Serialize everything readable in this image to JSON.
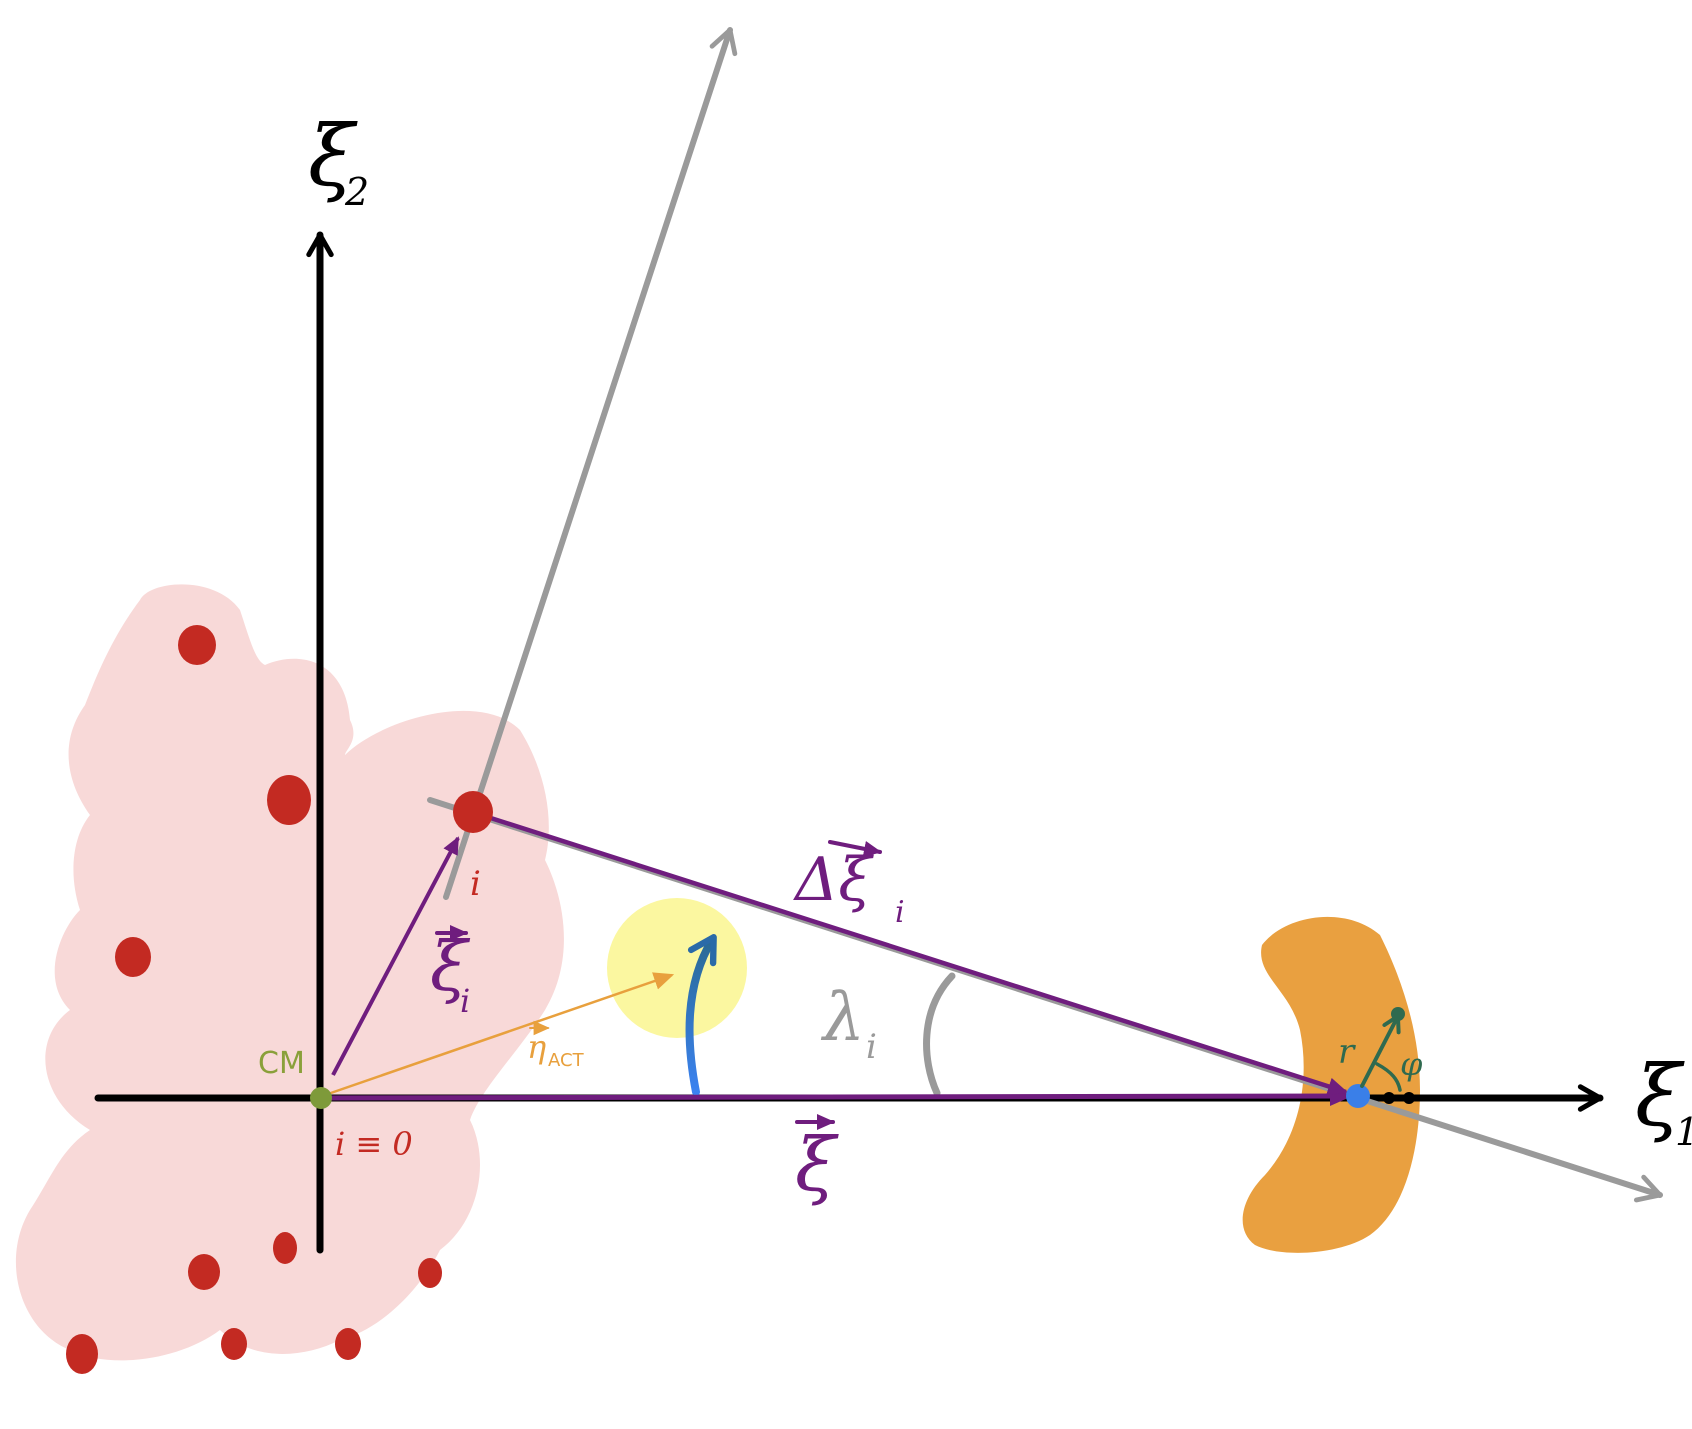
{
  "axes": {
    "horizontal_label": "ξ",
    "horizontal_sub": "1",
    "vertical_label": "ξ",
    "vertical_sub": "2"
  },
  "labels": {
    "cm": "CM",
    "origin_index": "i ≡ 0",
    "point_i": "i",
    "xi_i": "ξ",
    "xi_i_sub": "i",
    "delta_xi_i": "Δξ",
    "delta_xi_i_sub": "i",
    "eta_act": "η",
    "eta_act_sub": "ACT",
    "lambda_i": "λ",
    "lambda_i_sub": "i",
    "xi": "ξ",
    "r": "r",
    "phi": "φ"
  },
  "colors": {
    "axis": "#000000",
    "gray_line": "#9a9a9a",
    "purple": "#6f1d7e",
    "cluster_fill": "#f8d9d8",
    "red_dot": "#c32a22",
    "cm_dot": "#7e9a3a",
    "eta_orange": "#e8a03d",
    "highlight": "#fbf7a0",
    "blue_arrow": "#2f6fd6",
    "source_orange": "#e9a040",
    "blue_dot": "#3a7fe8",
    "green": "#2f6a4f"
  }
}
